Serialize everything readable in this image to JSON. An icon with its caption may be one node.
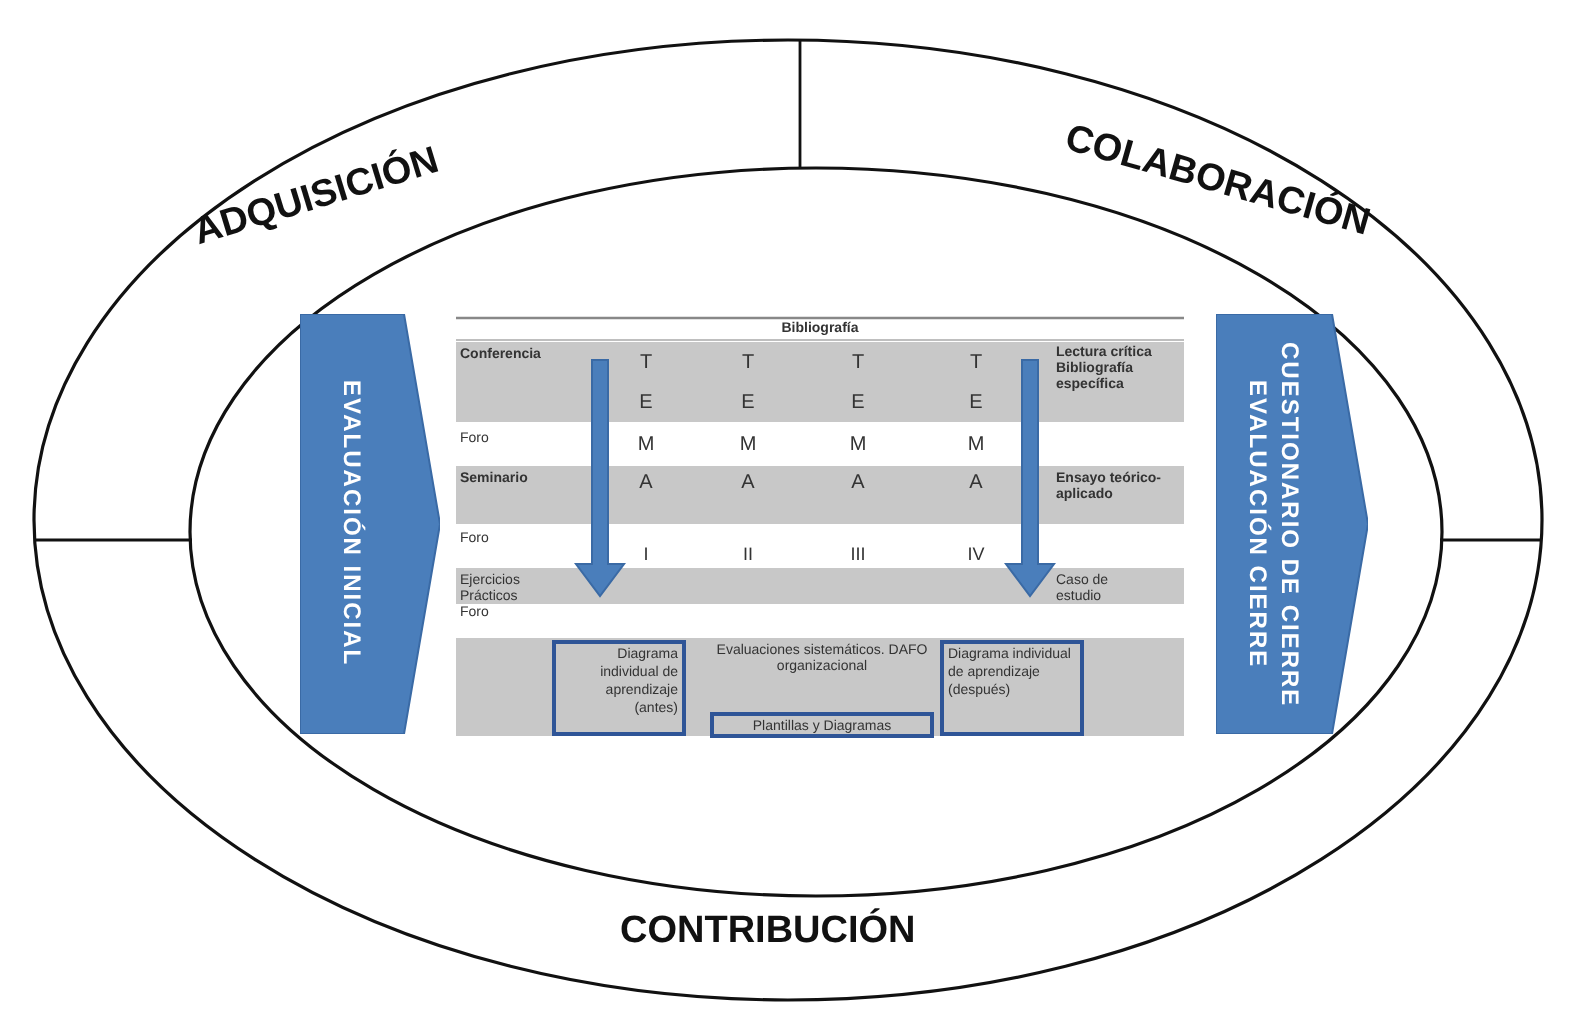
{
  "diagram": {
    "nodes": [
      {
        "text": [
          "EVALUACIÓN INICIAL"
        ]
      },
      {
        "text": [
          "CUESTIONARIO DE CIERRE",
          "EVALUACIÓN CIERRE"
        ]
      },
      {
        "text": [
          "Diagrama individual de aprendizaje (antes)"
        ]
      },
      {
        "text": [
          "Plantillas y Diagramas"
        ]
      },
      {
        "text": [
          "Diagrama individual de aprendizaje (después)"
        ]
      }
    ],
    "labels": [
      "ADQUISICIÓN",
      "COLABORACIÓN",
      "Bibliografía",
      "Conferencia",
      "T",
      "T",
      "T",
      "T",
      "Lectura crítica Bibliografía específica",
      "E",
      "E",
      "E",
      "E",
      "Foro",
      "M",
      "M",
      "M",
      "M",
      "Seminario",
      "A",
      "A",
      "A",
      "A",
      "Ensayo teórico-aplicado",
      "Foro",
      "I",
      "II",
      "III",
      "IV",
      "Ejercicios Prácticos Foro",
      "Caso de estudio",
      "Evaluaciones sistemáticos. DAFO organizacional",
      "CONTRIBUCIÓN"
    ]
  }
}
